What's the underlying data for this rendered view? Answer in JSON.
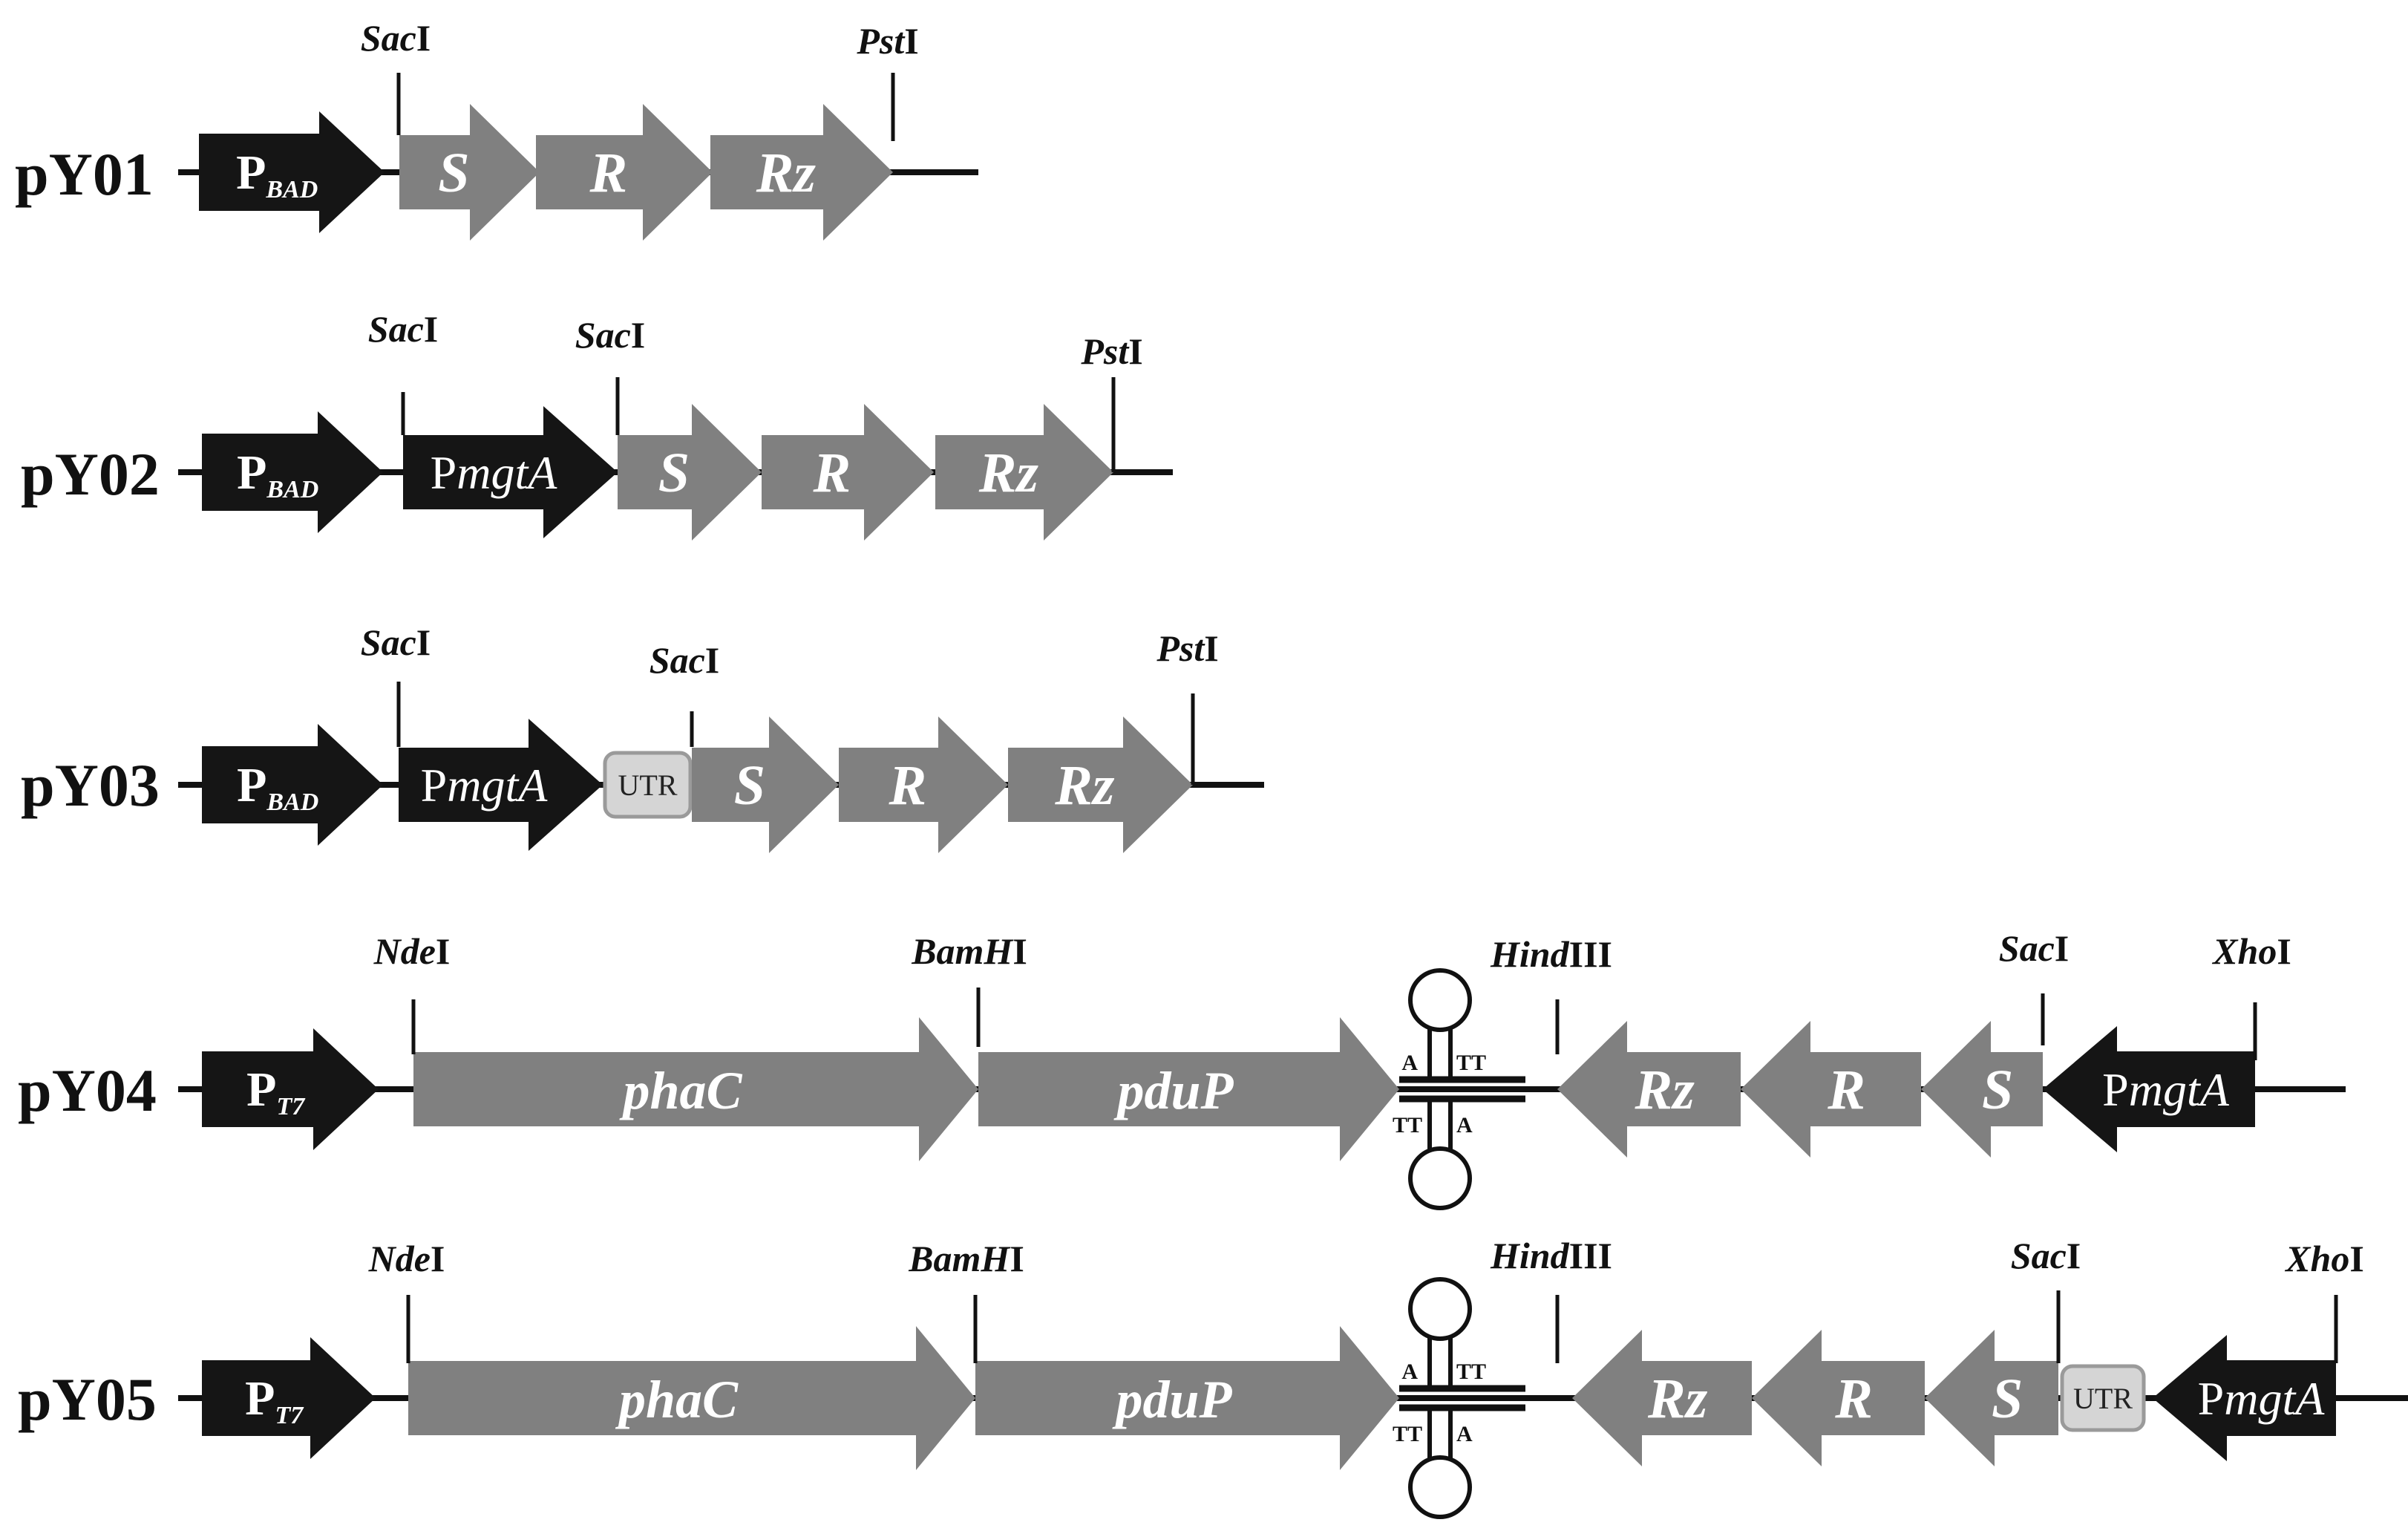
{
  "colors": {
    "promoter": "#151515",
    "gene": "#808080",
    "utr_fill": "#d5d5d5",
    "utr_stroke": "#9a9a9a",
    "backbone": "#111111",
    "terminator": "#111111"
  },
  "constructs": [
    {
      "name": "pY01",
      "sites": [
        {
          "name": "Sac",
          "suffix": "I"
        },
        {
          "name": "Pst",
          "suffix": "I"
        }
      ],
      "parts": [
        {
          "kind": "promoter",
          "main": "P",
          "sub": "BAD"
        },
        {
          "kind": "gene",
          "label": "S"
        },
        {
          "kind": "gene",
          "label": "R"
        },
        {
          "kind": "gene",
          "label": "Rz"
        }
      ]
    },
    {
      "name": "pY02",
      "sites": [
        {
          "name": "Sac",
          "suffix": "I"
        },
        {
          "name": "Sac",
          "suffix": "I"
        },
        {
          "name": "Pst",
          "suffix": "I"
        }
      ],
      "parts": [
        {
          "kind": "promoter",
          "main": "P",
          "sub": "BAD"
        },
        {
          "kind": "promoter",
          "main": "P",
          "italic": "mgtA"
        },
        {
          "kind": "gene",
          "label": "S"
        },
        {
          "kind": "gene",
          "label": "R"
        },
        {
          "kind": "gene",
          "label": "Rz"
        }
      ]
    },
    {
      "name": "pY03",
      "sites": [
        {
          "name": "Sac",
          "suffix": "I"
        },
        {
          "name": "Sac",
          "suffix": "I"
        },
        {
          "name": "Pst",
          "suffix": "I"
        }
      ],
      "parts": [
        {
          "kind": "promoter",
          "main": "P",
          "sub": "BAD"
        },
        {
          "kind": "promoter",
          "main": "P",
          "italic": "mgtA"
        },
        {
          "kind": "utr",
          "label": "UTR"
        },
        {
          "kind": "gene",
          "label": "S"
        },
        {
          "kind": "gene",
          "label": "R"
        },
        {
          "kind": "gene",
          "label": "Rz"
        }
      ]
    },
    {
      "name": "pY04",
      "sites": [
        {
          "name": "Nde",
          "suffix": "I"
        },
        {
          "name": "BamH",
          "suffix": "I"
        },
        {
          "name": "Hind",
          "suffix": "III"
        },
        {
          "name": "Sac",
          "suffix": "I"
        },
        {
          "name": "Xho",
          "suffix": "I"
        }
      ],
      "terminator_letters": [
        "A",
        "TT",
        "TT",
        "A"
      ],
      "parts": [
        {
          "kind": "promoter",
          "main": "P",
          "sub": "T7"
        },
        {
          "kind": "gene",
          "label": "phaC"
        },
        {
          "kind": "gene",
          "label": "pduP"
        },
        {
          "kind": "gene",
          "label": "Rz"
        },
        {
          "kind": "gene",
          "label": "R"
        },
        {
          "kind": "gene",
          "label": "S"
        },
        {
          "kind": "promoter",
          "main": "P",
          "italic": "mgtA"
        }
      ]
    },
    {
      "name": "pY05",
      "sites": [
        {
          "name": "Nde",
          "suffix": "I"
        },
        {
          "name": "BamH",
          "suffix": "I"
        },
        {
          "name": "Hind",
          "suffix": "III"
        },
        {
          "name": "Sac",
          "suffix": "I"
        },
        {
          "name": "Xho",
          "suffix": "I"
        }
      ],
      "terminator_letters": [
        "A",
        "TT",
        "TT",
        "A"
      ],
      "parts": [
        {
          "kind": "promoter",
          "main": "P",
          "sub": "T7"
        },
        {
          "kind": "gene",
          "label": "phaC"
        },
        {
          "kind": "gene",
          "label": "pduP"
        },
        {
          "kind": "gene",
          "label": "Rz"
        },
        {
          "kind": "gene",
          "label": "R"
        },
        {
          "kind": "gene",
          "label": "S"
        },
        {
          "kind": "utr",
          "label": "UTR"
        },
        {
          "kind": "promoter",
          "main": "P",
          "italic": "mgtA"
        }
      ]
    }
  ]
}
